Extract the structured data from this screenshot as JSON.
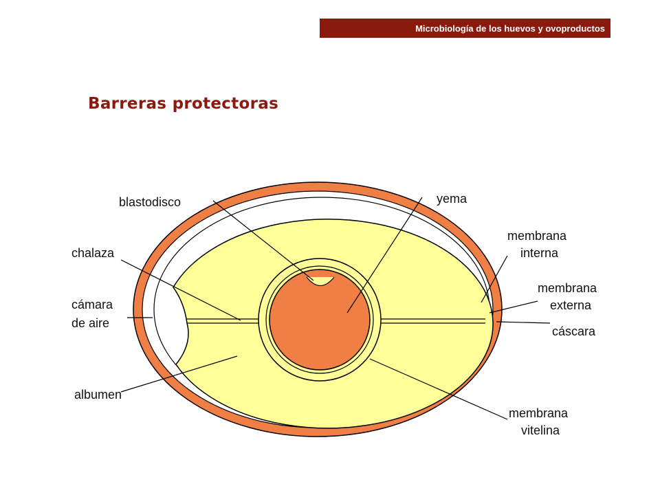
{
  "header": {
    "course_title": "Microbiología de los huevos y ovoproductos"
  },
  "slide": {
    "title": "Barreras protectoras"
  },
  "diagram": {
    "labels": {
      "blastodisco": "blastodisco",
      "yema": "yema",
      "chalaza": "chalaza",
      "camara_line1": "cámara",
      "camara_line2": "de aire",
      "albumen": "albumen",
      "membrana_interna_line1": "membrana",
      "membrana_interna_line2": "interna",
      "membrana_externa_line1": "membrana",
      "membrana_externa_line2": "externa",
      "cascara": "cáscara",
      "membrana_vitelina_line1": "membrana",
      "membrana_vitelina_line2": "vitelina"
    },
    "colors": {
      "shell": "#f07f45",
      "albumen": "#ffff99",
      "yolk": "#f07f45",
      "lines": "#000000",
      "header_bg": "#8b1a0e",
      "title": "#8b1a0e"
    }
  }
}
